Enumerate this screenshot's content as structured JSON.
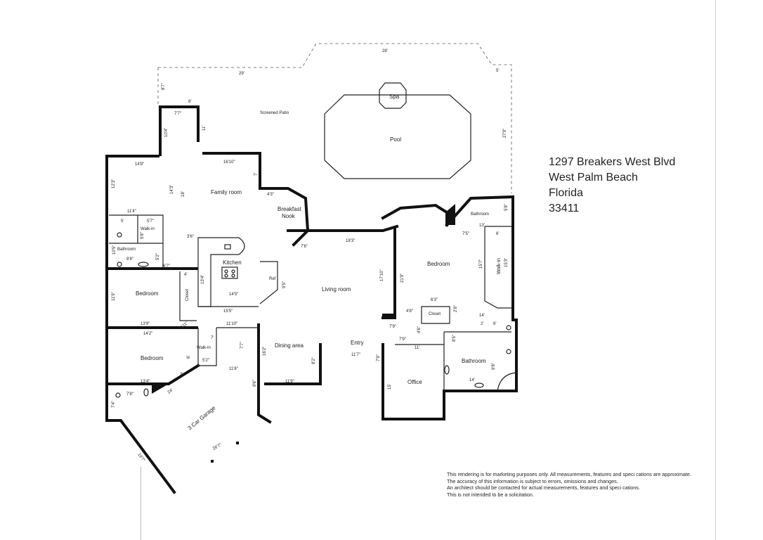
{
  "address": {
    "street": "1297 Breakers West Blvd",
    "city": "West Palm Beach",
    "state": "Florida",
    "zip": "33411"
  },
  "rooms": {
    "screened_patio": "Screened Patio",
    "spa": "Spa",
    "pool": "Pool",
    "family_room": "Family room",
    "breakfast_nook_1": "Breakfast",
    "breakfast_nook_2": "Nook",
    "kitchen": "Kitchen",
    "ref": "Ref",
    "living_room": "Living room",
    "bedroom_master": "Bedroom",
    "bathroom_master_top": "Bathroom",
    "walk_in_master": "Walk-in",
    "closet_master": "Closet",
    "bathroom_master": "Bathroom",
    "office": "Office",
    "entry": "Entry",
    "dining_area": "Dining area",
    "walk_in_left": "Walk-in",
    "bathroom_left": "Bathroom",
    "bedroom_left_1": "Bedroom",
    "closet_left": "Closet",
    "walk_in_bed2": "Walk-in",
    "bedroom_left_2": "Bedroom",
    "garage": "3 Car Garage"
  },
  "dims": {
    "top_28": "28'",
    "top_29": "29'",
    "side_87": "8'7\"",
    "right_5": "5'",
    "right_279": "27'9\"",
    "d6": "6'",
    "d77": "7'7\"",
    "d104": "10'4\"",
    "d11": "11'",
    "d1610": "16'10\"",
    "d7": "7'",
    "d148": "14'8\"",
    "d123": "12'3\"",
    "d143": "14'3\"",
    "d18": "18'",
    "d43": "4'3\"",
    "d114": "11'4\"",
    "d5": "5'",
    "d57": "5'7\"",
    "d58": "5'8\"",
    "d36": "3'6\"",
    "d105": "10'5\"",
    "d88": "8'8\"",
    "d52": "5'2\"",
    "d67": "6'7\"",
    "d76": "7'6\"",
    "d183": "18'3\"",
    "d134": "13'4\"",
    "d4": "4'",
    "d145": "14'5\"",
    "d155": "15'5\"",
    "d95": "9'5\"",
    "d1710": "17'10\"",
    "d219": "21'9\"",
    "d119": "11'9\"",
    "d139": "13'9\"",
    "d142": "14'2\"",
    "d31110": "3'11\"",
    "d1110": "11'10\"",
    "d7b": "7'",
    "d52b": "5'2\"",
    "d6b": "6'",
    "d1162": "16'2\"",
    "d77b": "7'7\"",
    "d118": "11'8\"",
    "d117": "11'7\"",
    "d82": "8'2\"",
    "d79": "7'9\"",
    "d96": "9'6\"",
    "d1193": "11'9\"",
    "d3": "3'",
    "d24": "24'",
    "d134b": "13'4\"",
    "d78": "7'8\"",
    "d74": "7'4\"",
    "d2697": "26'7\"",
    "d197": "19'7\"",
    "d13": "13'",
    "d75": "7'5\"",
    "d6c": "6'",
    "d157": "15'7\"",
    "d153": "15'3\"",
    "d63": "6'3\"",
    "d48": "4'8\"",
    "d28": "2'8\"",
    "d14": "14'",
    "d79b": "7'9\"",
    "d11b": "11'",
    "d46": "4'6\"",
    "d85": "8'5\"",
    "d15": "15'",
    "d14b": "14'",
    "d58b": "5'8\"",
    "d98": "9'8\"",
    "d2": "2'",
    "d6d": "6'"
  },
  "disclaimer": [
    "This rendering is for marketing purposes only. All measurements, features and speci cations are approximate.",
    "The accuracy of this information is subject to errors, omissions and changes.",
    "An architect should be contacted for actual measurements, features and speci cations.",
    "This is not intended to be a solicitation."
  ]
}
